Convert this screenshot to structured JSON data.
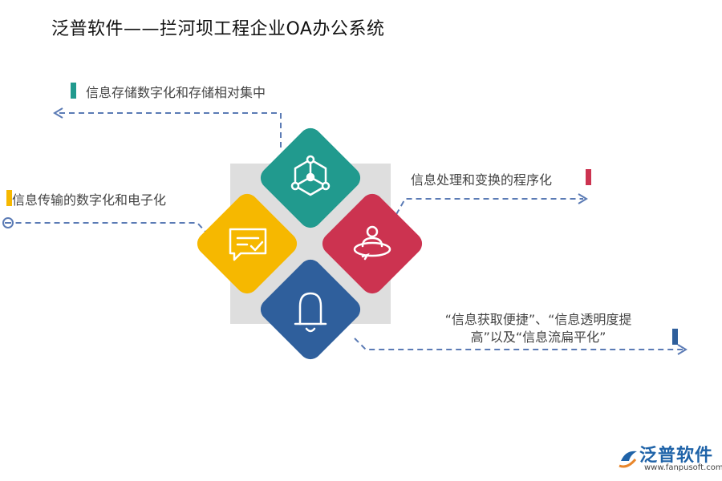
{
  "title": "泛普软件——拦河坝工程企业OA办公系统",
  "items": {
    "top": {
      "label": "信息存储数字化和存储相对集中",
      "icon": "hexagon-network-icon",
      "color": "#219a8e"
    },
    "left": {
      "label": "信息传输的数字化和电子化",
      "icon": "chat-check-icon",
      "color": "#f6b800"
    },
    "right": {
      "label": "信息处理和变换的程序化",
      "icon": "person-orbit-icon",
      "color": "#cc3350"
    },
    "bottom": {
      "label_line1": "“信息获取便捷”、“信息透明度提",
      "label_line2": "高”以及“信息流扁平化”",
      "icon": "bell-icon",
      "color": "#2f5f9c"
    }
  },
  "logo": {
    "text": "泛普软件",
    "url": "www.fanpusoft.com"
  }
}
